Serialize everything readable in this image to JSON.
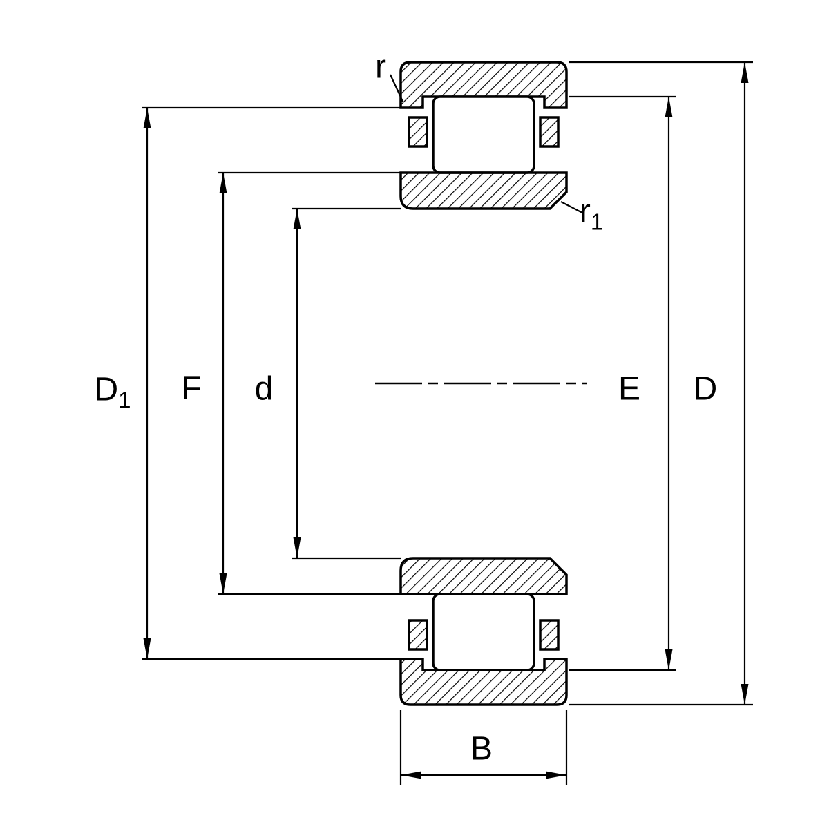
{
  "diagram": {
    "colors": {
      "ink": "#000000",
      "paper": "#ffffff"
    },
    "labels": {
      "D1": {
        "main": "D",
        "sub": "1"
      },
      "F": {
        "main": "F",
        "sub": ""
      },
      "d": {
        "main": "d",
        "sub": ""
      },
      "E": {
        "main": "E",
        "sub": ""
      },
      "D": {
        "main": "D",
        "sub": ""
      },
      "B": {
        "main": "B",
        "sub": ""
      },
      "r": {
        "main": "r",
        "sub": ""
      },
      "r1": {
        "main": "r",
        "sub": "1"
      }
    }
  }
}
